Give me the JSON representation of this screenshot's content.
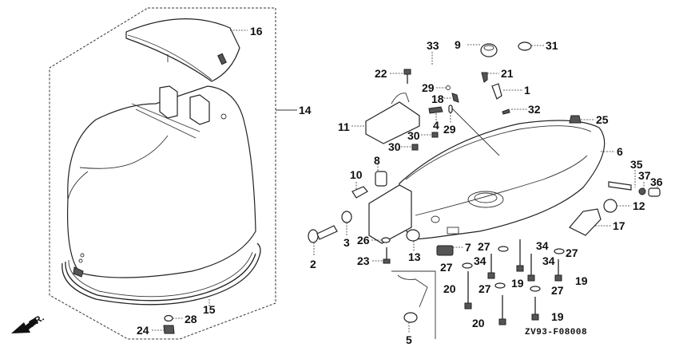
{
  "diagram": {
    "title": "Outboard engine cover parts diagram",
    "drawing_code": "ZV93-F08008",
    "direction_indicator": "FR.",
    "callouts": [
      {
        "id": "16",
        "label": "16"
      },
      {
        "id": "14",
        "label": "14"
      },
      {
        "id": "15",
        "label": "15"
      },
      {
        "id": "28",
        "label": "28"
      },
      {
        "id": "24",
        "label": "24"
      },
      {
        "id": "33",
        "label": "33"
      },
      {
        "id": "9",
        "label": "9"
      },
      {
        "id": "31",
        "label": "31"
      },
      {
        "id": "22",
        "label": "22"
      },
      {
        "id": "21",
        "label": "21"
      },
      {
        "id": "29a",
        "label": "29"
      },
      {
        "id": "1",
        "label": "1"
      },
      {
        "id": "18",
        "label": "18"
      },
      {
        "id": "32",
        "label": "32"
      },
      {
        "id": "11",
        "label": "11"
      },
      {
        "id": "4",
        "label": "4"
      },
      {
        "id": "29b",
        "label": "29"
      },
      {
        "id": "25",
        "label": "25"
      },
      {
        "id": "30a",
        "label": "30"
      },
      {
        "id": "30b",
        "label": "30"
      },
      {
        "id": "6",
        "label": "6"
      },
      {
        "id": "8",
        "label": "8"
      },
      {
        "id": "10",
        "label": "10"
      },
      {
        "id": "35",
        "label": "35"
      },
      {
        "id": "37",
        "label": "37"
      },
      {
        "id": "36",
        "label": "36"
      },
      {
        "id": "12",
        "label": "12"
      },
      {
        "id": "17",
        "label": "17"
      },
      {
        "id": "3",
        "label": "3"
      },
      {
        "id": "2",
        "label": "2"
      },
      {
        "id": "26",
        "label": "26"
      },
      {
        "id": "23",
        "label": "23"
      },
      {
        "id": "13",
        "label": "13"
      },
      {
        "id": "7",
        "label": "7"
      },
      {
        "id": "27a",
        "label": "27"
      },
      {
        "id": "34a",
        "label": "34"
      },
      {
        "id": "34b",
        "label": "34"
      },
      {
        "id": "34c",
        "label": "34"
      },
      {
        "id": "27b",
        "label": "27"
      },
      {
        "id": "27c",
        "label": "27"
      },
      {
        "id": "19a",
        "label": "19"
      },
      {
        "id": "19b",
        "label": "19"
      },
      {
        "id": "27d",
        "label": "27"
      },
      {
        "id": "27e",
        "label": "27"
      },
      {
        "id": "20a",
        "label": "20"
      },
      {
        "id": "20b",
        "label": "20"
      },
      {
        "id": "19c",
        "label": "19"
      },
      {
        "id": "5",
        "label": "5"
      }
    ]
  }
}
